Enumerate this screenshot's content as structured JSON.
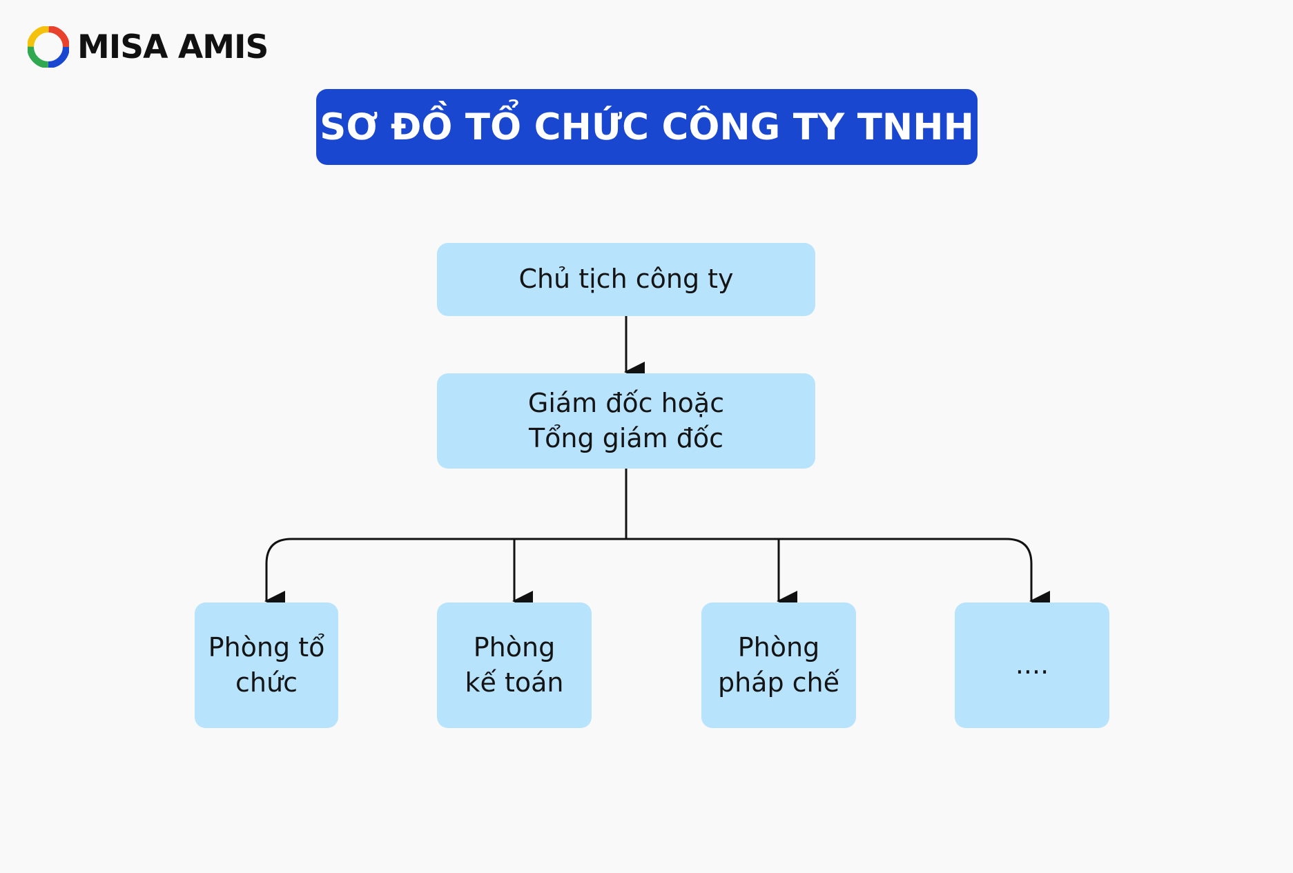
{
  "logo": {
    "text": "MISA AMIS",
    "icon": "misa-amis-logo-icon",
    "colors": [
      "#1a47cf",
      "#2fa84f",
      "#f4c20d",
      "#e8412c"
    ]
  },
  "title": "SƠ ĐỒ TỔ CHỨC CÔNG TY TNHH",
  "colors": {
    "title_background": "#1a47cf",
    "title_text": "#ffffff",
    "box_fill": "#b8e3fd",
    "connector": "#111111",
    "page_background": "#f9f9f9"
  },
  "org_chart": {
    "chairman": "Chủ tịch công ty",
    "director": "Giám đốc hoặc\nTổng giám đốc",
    "departments": [
      "Phòng tổ\nchức",
      "Phòng\nkế toán",
      "Phòng\npháp chế",
      "...."
    ]
  }
}
